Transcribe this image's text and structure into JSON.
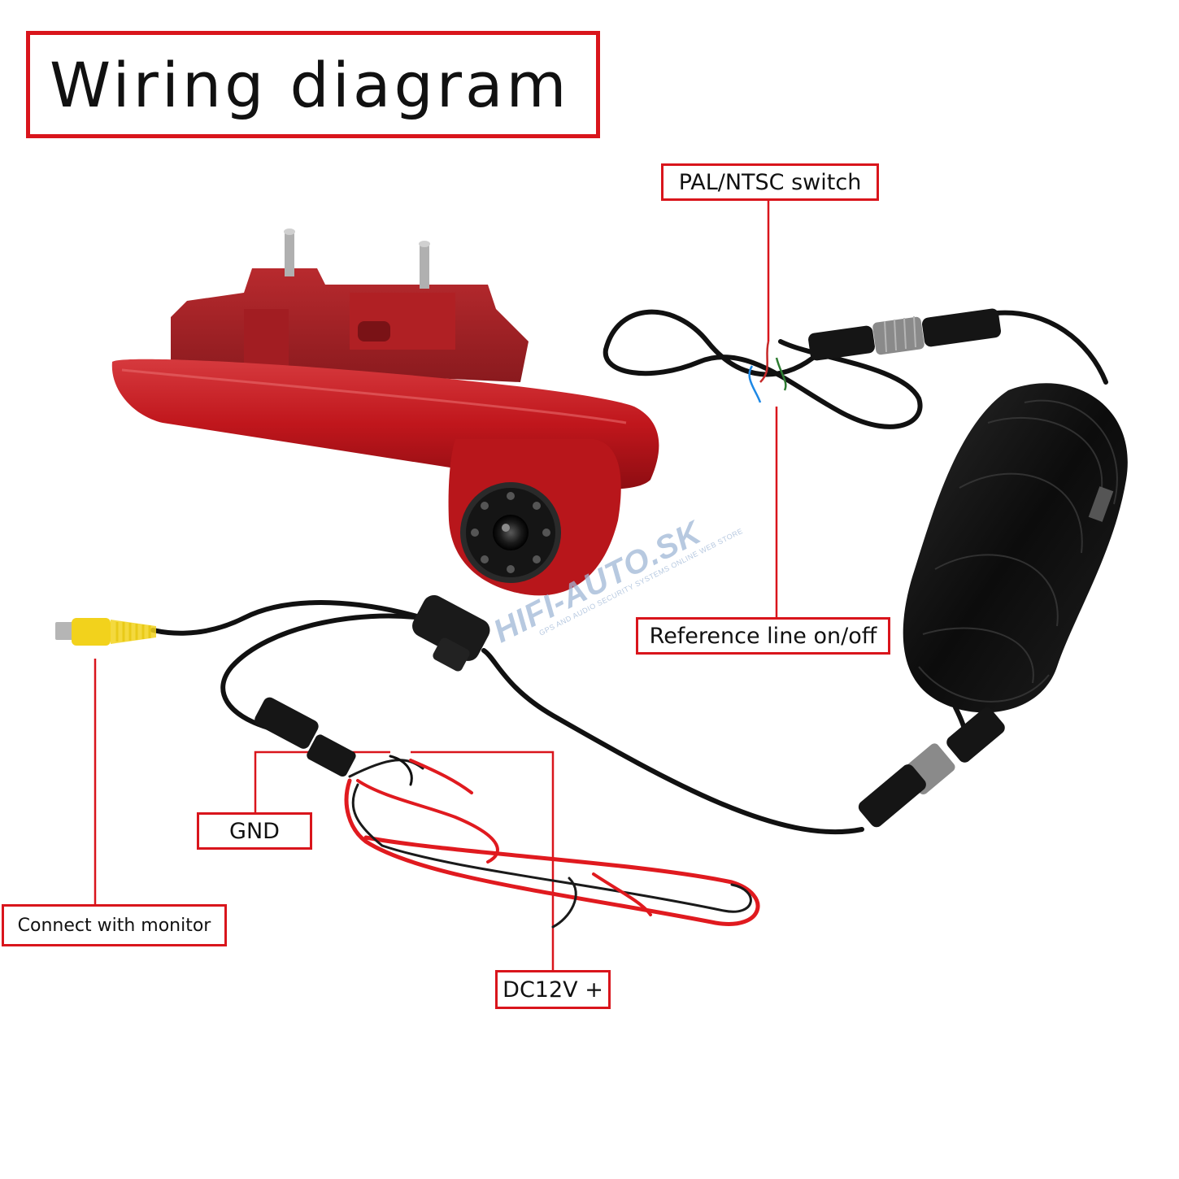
{
  "title": "Wiring diagram",
  "labels": {
    "pal_ntsc": "PAL/NTSC switch",
    "reference_line": "Reference line on/off",
    "gnd": "GND",
    "monitor": "Connect with monitor",
    "dc12v": "DC12V +"
  },
  "watermark": {
    "text": "HIFI-AUTO.SK",
    "tagline": "GPS AND AUDIO SECURITY SYSTEMS ONLINE WEB STORE"
  },
  "colors": {
    "accent": "#d9151c",
    "housing": "#c0161c",
    "cable": "#111111",
    "rca": "#f2d21c",
    "power_red": "#e01a1f"
  }
}
